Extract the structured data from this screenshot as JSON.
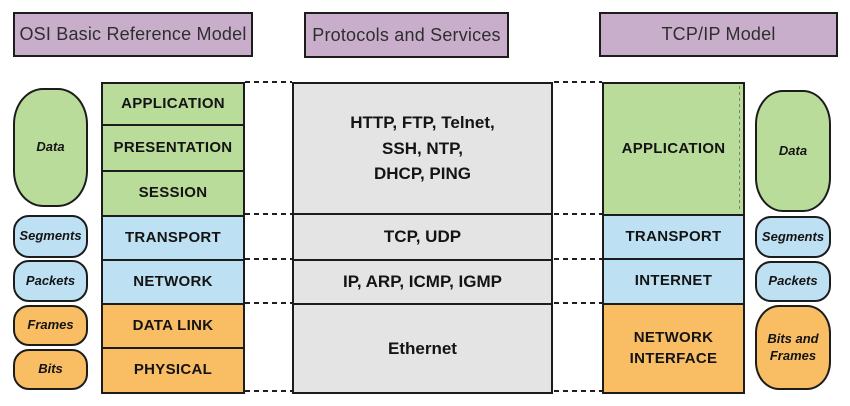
{
  "colors": {
    "purple": "#c9aecb",
    "green": "#b9dc9a",
    "blue": "#bee0f3",
    "orange": "#f9bd64",
    "gray": "#e4e4e4"
  },
  "headers": [
    {
      "label": "OSI Basic Reference Model",
      "color": "purple"
    },
    {
      "label": "Protocols and Services",
      "color": "purple"
    },
    {
      "label": "TCP/IP Model",
      "color": "purple"
    }
  ],
  "osi": {
    "layers": [
      {
        "label": "APPLICATION",
        "color": "green"
      },
      {
        "label": "PRESENTATION",
        "color": "green"
      },
      {
        "label": "SESSION",
        "color": "green"
      },
      {
        "label": "TRANSPORT",
        "color": "blue"
      },
      {
        "label": "NETWORK",
        "color": "blue"
      },
      {
        "label": "DATA LINK",
        "color": "orange"
      },
      {
        "label": "PHYSICAL",
        "color": "orange"
      }
    ]
  },
  "protocols": {
    "sections": [
      {
        "label": "HTTP, FTP, Telnet,\nSSH, NTP,\nDHCP, PING",
        "color": "gray"
      },
      {
        "label": "TCP, UDP",
        "color": "gray"
      },
      {
        "label": "IP, ARP, ICMP, IGMP",
        "color": "gray"
      },
      {
        "label": "Ethernet",
        "color": "gray"
      }
    ]
  },
  "tcpip": {
    "layers": [
      {
        "label": "APPLICATION",
        "color": "green"
      },
      {
        "label": "TRANSPORT",
        "color": "blue"
      },
      {
        "label": "INTERNET",
        "color": "blue"
      },
      {
        "label": "NETWORK\nINTERFACE",
        "color": "orange"
      }
    ]
  },
  "pdu_left": [
    {
      "label": "Data",
      "color": "green"
    },
    {
      "label": "Segments",
      "color": "blue"
    },
    {
      "label": "Packets",
      "color": "blue"
    },
    {
      "label": "Frames",
      "color": "orange"
    },
    {
      "label": "Bits",
      "color": "orange"
    }
  ],
  "pdu_right": [
    {
      "label": "Data",
      "color": "green"
    },
    {
      "label": "Segments",
      "color": "blue"
    },
    {
      "label": "Packets",
      "color": "blue"
    },
    {
      "label": "Bits and\nFrames",
      "color": "orange"
    }
  ]
}
